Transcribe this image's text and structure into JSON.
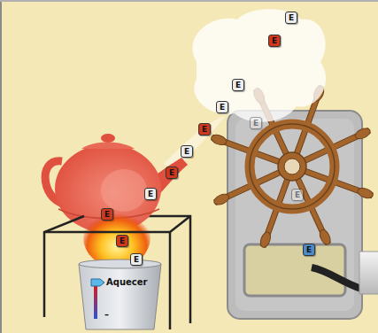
{
  "diagram": {
    "nodes": [
      {
        "text": [
          "E"
        ]
      },
      {
        "text": [
          "E"
        ]
      },
      {
        "text": [
          "E"
        ]
      },
      {
        "text": [
          "E"
        ]
      },
      {
        "text": [
          "E"
        ]
      },
      {
        "text": [
          "E"
        ]
      },
      {
        "text": [
          "E"
        ]
      },
      {
        "text": [
          "E"
        ]
      },
      {
        "text": [
          "E"
        ]
      },
      {
        "text": [
          "E"
        ]
      },
      {
        "text": [
          "E"
        ]
      },
      {
        "text": [
          "E"
        ]
      },
      {
        "text": [
          "E"
        ]
      },
      {
        "text": [
          "E"
        ]
      },
      {
        "text": [
          "Aquecer",
          "–"
        ]
      }
    ]
  }
}
